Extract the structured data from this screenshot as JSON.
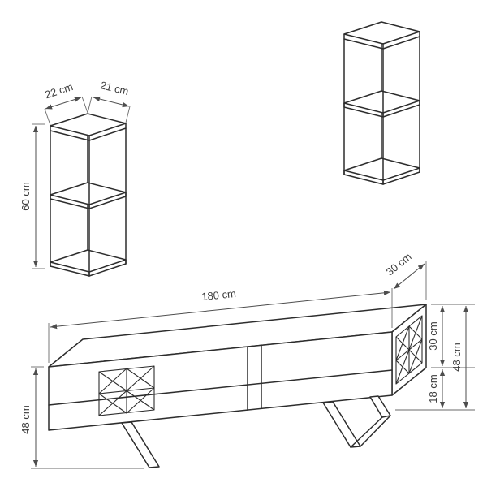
{
  "canvas": {
    "background": "#ffffff",
    "furniture_line_color": "#2d2d2d",
    "dimension_line_color": "#4d4d4d",
    "label_color": "#3c3c3c"
  },
  "shelf_unit": {
    "depth_label": "22 cm",
    "width_label": "21 cm",
    "height_label": "60 cm"
  },
  "tv_stand": {
    "width_label": "180 cm",
    "depth_label": "30 cm",
    "left_height_label": "48 cm",
    "body_height_label": "30 cm",
    "leg_height_label": "18 cm",
    "total_height_label": "48 cm"
  }
}
